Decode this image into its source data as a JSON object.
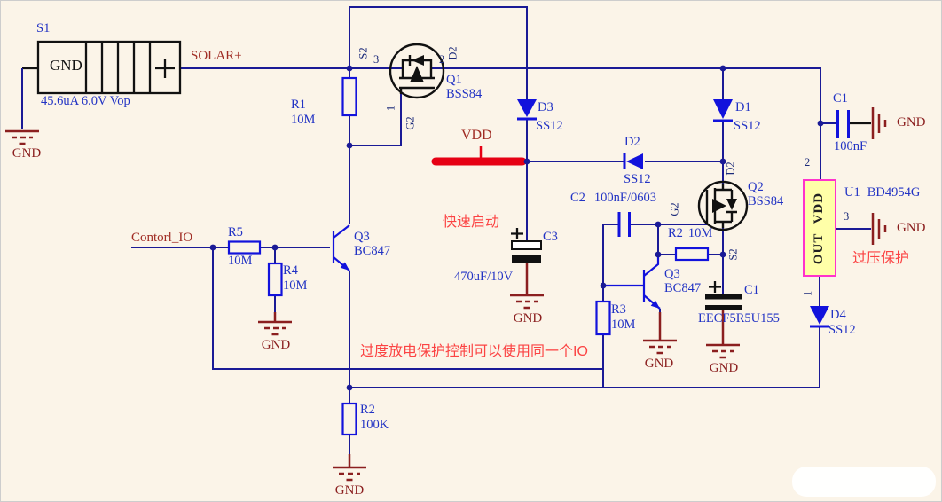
{
  "colors": {
    "bg": "#FBF4E8",
    "wire": "#1A1A96",
    "comp": "#1212DC",
    "lbl": "#2233C4",
    "net": "#A02C24",
    "gnd": "#8B1F1F",
    "red": "#E60014",
    "ann": "#FB4343",
    "u1fill": "#FFFFA8",
    "u1brd": "#FF33CC"
  },
  "annotations": {
    "fast_start": "快速启动",
    "overdischarge_note": "过度放电保护控制可以使用同一个IO",
    "overvoltage": "过压保护"
  },
  "nets": {
    "solar": "SOLAR+",
    "vdd": "VDD",
    "control": "Contorl_IO",
    "gnd": "GND"
  },
  "solar_cell": {
    "ref": "S1",
    "neg": "GND",
    "spec": "45.6uA 6.0V Vop"
  },
  "components": {
    "r1": {
      "ref": "R1",
      "value": "10M"
    },
    "r2_bottom": {
      "ref": "R2",
      "value": "100K"
    },
    "r2_top": {
      "ref": "R2",
      "value": "10M"
    },
    "r3": {
      "ref": "R3",
      "value": "10M"
    },
    "r4": {
      "ref": "R4",
      "value": "10M"
    },
    "r5": {
      "ref": "R5",
      "value": "10M"
    },
    "q1": {
      "ref": "Q1",
      "value": "BSS84",
      "pin_s": "S2",
      "pin_d": "D2",
      "pin_g": "G2",
      "num_s": "3",
      "num_d": "2",
      "num_g": "1"
    },
    "q2": {
      "ref": "Q2",
      "value": "BSS84",
      "pin_s": "S2",
      "pin_d": "D2",
      "pin_g": "G2"
    },
    "q3_left": {
      "ref": "Q3",
      "value": "BC847"
    },
    "q3_right": {
      "ref": "Q3",
      "value": "BC847"
    },
    "d1": {
      "ref": "D1",
      "value": "SS12"
    },
    "d2": {
      "ref": "D2",
      "value": "SS12"
    },
    "d3": {
      "ref": "D3",
      "value": "SS12"
    },
    "d4": {
      "ref": "D4",
      "value": "SS12"
    },
    "c1_small": {
      "ref": "C1",
      "value": "100nF"
    },
    "c1_super": {
      "ref": "C1",
      "value": "EECF5R5U155"
    },
    "c2": {
      "ref": "C2",
      "value": "100nF/0603"
    },
    "c3": {
      "ref": "C3",
      "value": "470uF/10V"
    },
    "u1": {
      "ref": "U1",
      "value": "BD4954G",
      "body": "OUT VDD",
      "pin1": "1",
      "pin2": "2",
      "pin3": "3"
    }
  }
}
